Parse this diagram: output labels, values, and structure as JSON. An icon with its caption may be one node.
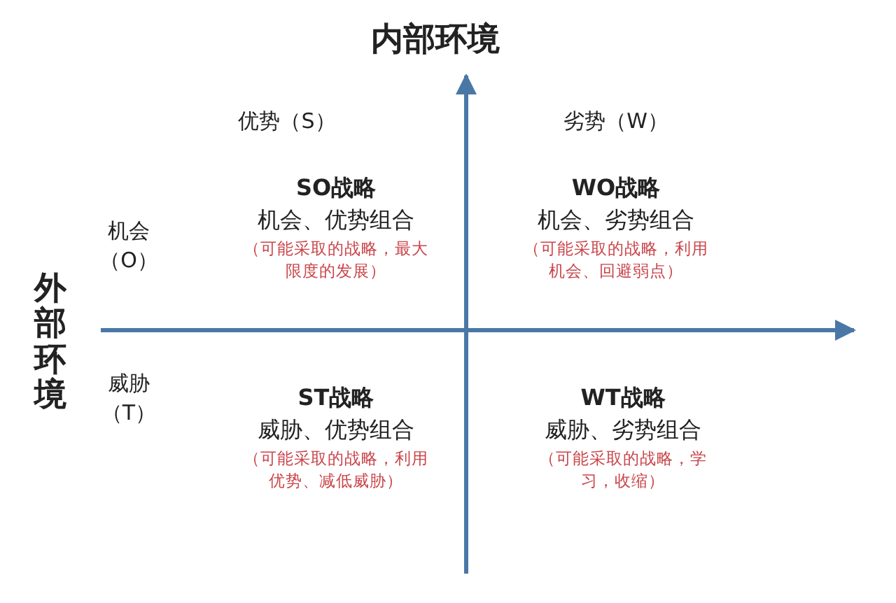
{
  "diagram": {
    "title": "内部环境",
    "labels": [
      "优势（S）",
      "劣势（W）",
      "SO战略",
      "机会、优势组合",
      "（可能采取的战略，最大限度的发展）",
      "WO战略",
      "机会、劣势组合",
      "（可能采取的战略，利用机会、回避弱点）",
      "外部环境",
      "机会（O）",
      "威胁（T）",
      "ST战略",
      "威胁、优势组合",
      "（可能采取的战略，利用优势、减低威胁）",
      "WT战略",
      "威胁、劣势组合",
      "（可能采取的战略，学习，收缩）"
    ]
  }
}
